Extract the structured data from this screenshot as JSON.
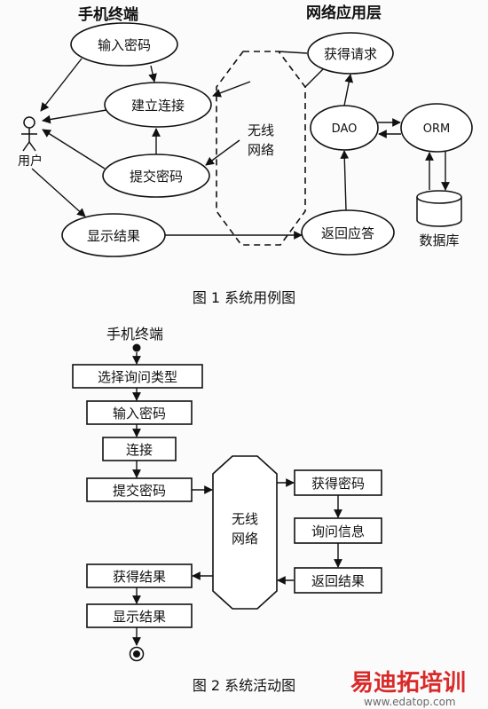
{
  "figure1": {
    "caption": "图 1  系统用例图",
    "left_title": "手机终端",
    "right_title": "网络应用层",
    "actor_label": "用户",
    "nodes": {
      "input_password": "输入密码",
      "connect": "建立连接",
      "submit_password": "提交密码",
      "show_result": "显示结果",
      "get_request": "获得请求",
      "dao": "DAO",
      "orm": "ORM",
      "return_answer": "返回应答",
      "database": "数据库"
    },
    "wireless": [
      "无线",
      "网络"
    ]
  },
  "figure2": {
    "caption": "图 2  系统活动图",
    "start_label": "手机终端",
    "boxes": {
      "select_type": "选择询问类型",
      "input_password": "输入密码",
      "connect": "连接",
      "submit_password": "提交密码",
      "get_result": "获得结果",
      "show_result": "显示结果",
      "get_password": "获得密码",
      "query_info": "询问信息",
      "return_result": "返回结果"
    },
    "wireless": [
      "无线",
      "网络"
    ]
  },
  "watermark": {
    "brand": "易迪拓培训",
    "url": "www.edatop.com"
  }
}
